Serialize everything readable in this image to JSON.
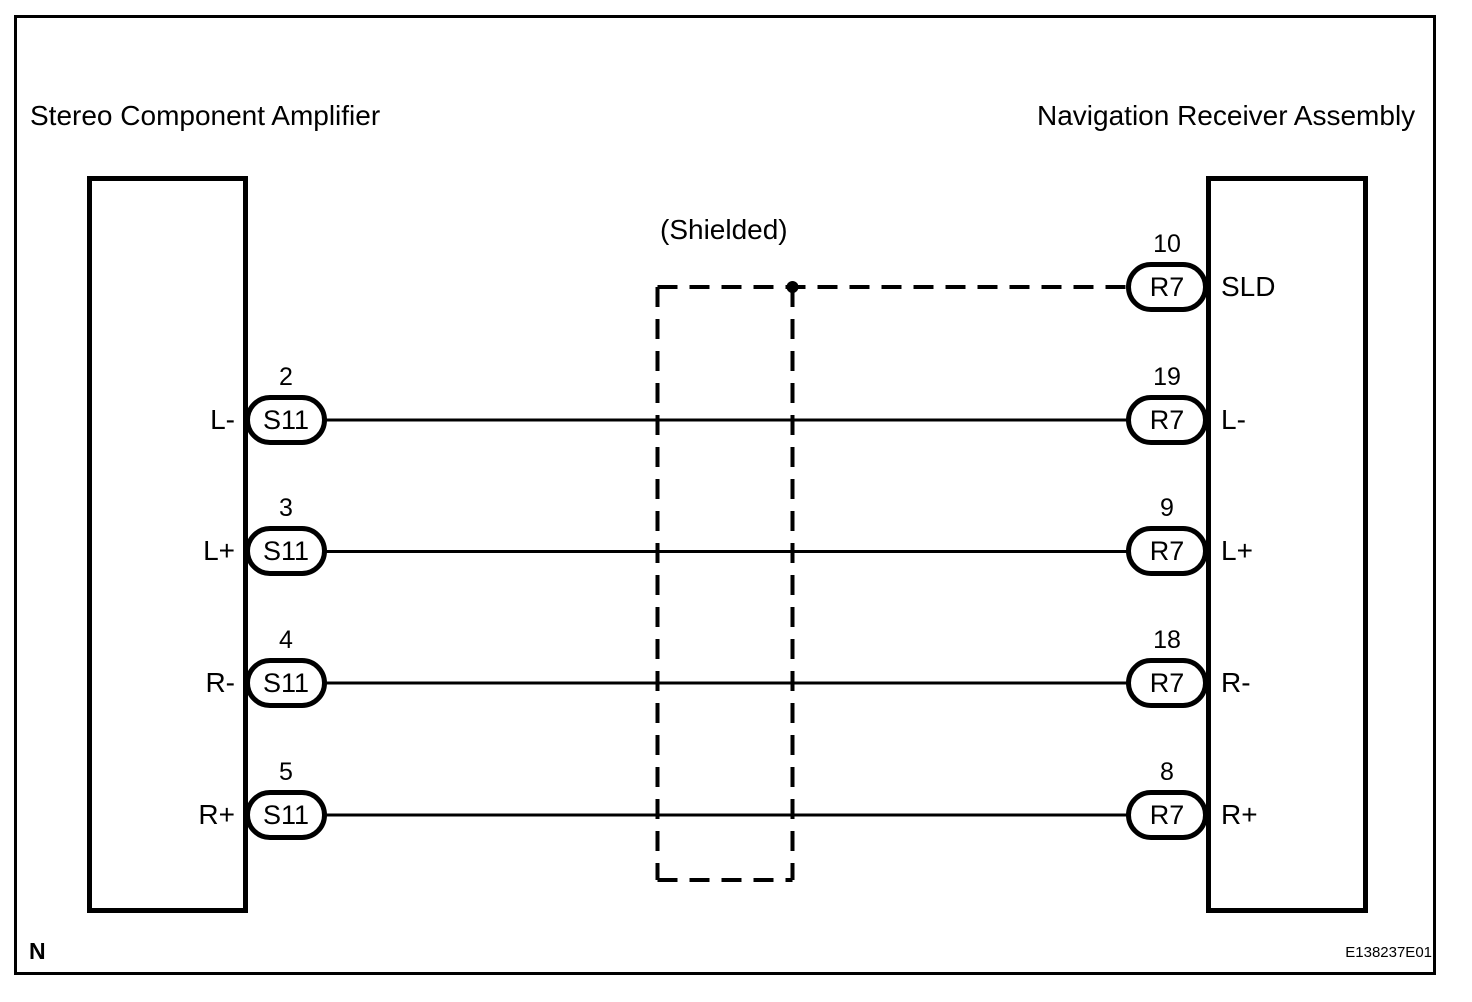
{
  "colors": {
    "ink": "#000000",
    "paper": "#ffffff"
  },
  "left_component": {
    "title": "Stereo Component Amplifier",
    "connector_code": "S11",
    "pins": [
      {
        "number": "2",
        "connector": "S11",
        "signal": "L-"
      },
      {
        "number": "3",
        "connector": "S11",
        "signal": "L+"
      },
      {
        "number": "4",
        "connector": "S11",
        "signal": "R-"
      },
      {
        "number": "5",
        "connector": "S11",
        "signal": "R+"
      }
    ]
  },
  "right_component": {
    "title": "Navigation Receiver Assembly",
    "connector_code": "R7",
    "pins": [
      {
        "number": "10",
        "connector": "R7",
        "signal": "SLD"
      },
      {
        "number": "19",
        "connector": "R7",
        "signal": "L-"
      },
      {
        "number": "9",
        "connector": "R7",
        "signal": "L+"
      },
      {
        "number": "18",
        "connector": "R7",
        "signal": "R-"
      },
      {
        "number": "8",
        "connector": "R7",
        "signal": "R+"
      }
    ]
  },
  "shield": {
    "label": "(Shielded)"
  },
  "footer": {
    "note": "N",
    "figure_code": "E138237E01"
  }
}
